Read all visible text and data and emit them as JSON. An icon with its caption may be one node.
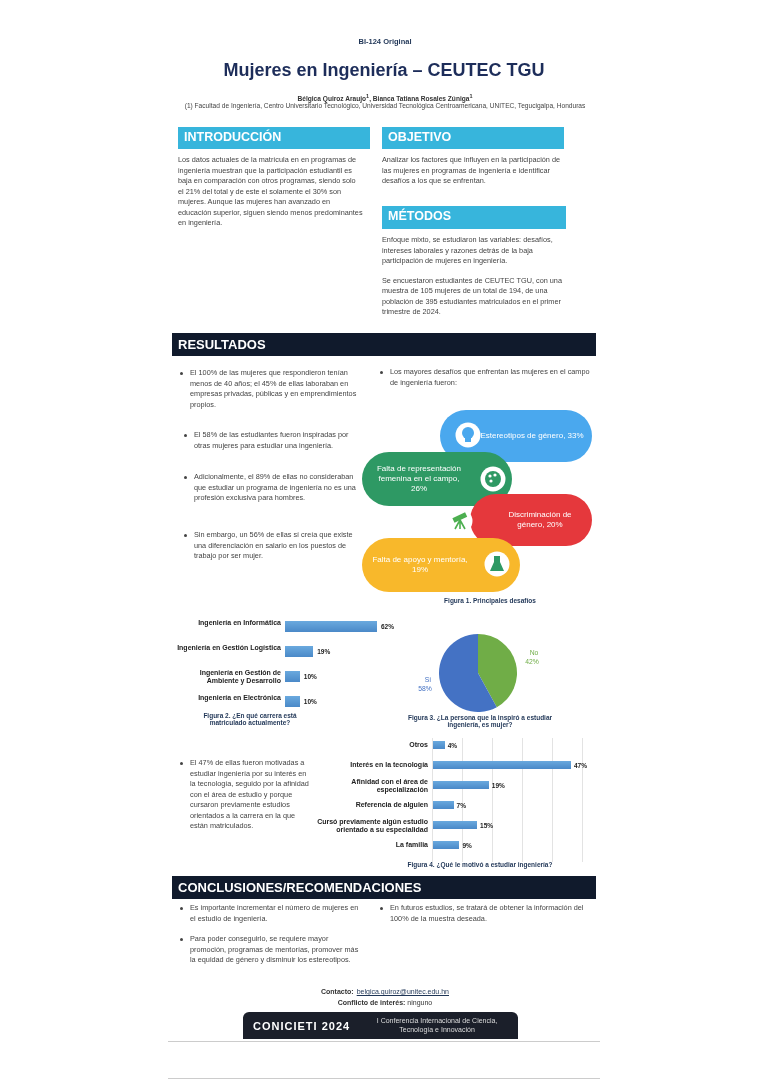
{
  "diagram": {
    "title": "Mujeres en Ingeniería – CEUTEC TGU",
    "nodes": [
      {
        "text": [
          "INTRODUCCIÓN",
          "Los datos actuales de la matrícula en en programas de ingeniería muestran que la participación estudiantil es baja en comparación con otros programas, siendo solo el 21% del total y de este el solamente el 30% son mujeres. Aunque las mujeres han avanzado en educación superior, siguen siendo menos predominantes en ingeniería."
        ]
      },
      {
        "text": [
          "OBJETIVO",
          "Analizar los factores que influyen en la participación de las mujeres en programas de ingeniería e identificar desafíos a los que se enfrentan."
        ]
      },
      {
        "text": [
          "MÉTODOS",
          "Enfoque mixto, se estudiaron las variables: desafíos, intereses laborales y razones detrás de la baja participación de mujeres en ingeniería.",
          "Se encuestaron estudiantes de CEUTEC TGU, con una muestra de 105 mujeres de un total de 194, de una población de 395 estudiantes matriculados en el primer trimestre de 2024."
        ]
      },
      {
        "text": [
          "RESULTADOS"
        ]
      },
      {
        "text": [
          "Estereotipos de género, 33%"
        ]
      },
      {
        "text": [
          "Falta de representación femenina en el campo, 26%"
        ]
      },
      {
        "text": [
          "Discriminación de género, 20%"
        ]
      },
      {
        "text": [
          "Falta de apoyo y mentoría, 19%"
        ]
      },
      {
        "text": [
          "CONCLUSIONES/RECOMENDACIONES"
        ]
      },
      {
        "text": [
          "CONICIETI 2024",
          "I Conferencia Internacional de Ciencia, Tecnología e Innovación"
        ]
      }
    ],
    "labels": [
      "BI-124 Original",
      "Bélgica Quiroz Araujo$^{1}$, Bianca Tatiana Rosales Zúniga$^{1}$",
      "(1) Facultad de Ingeniería, Centro Universitario Tecnológico, Universidad Tecnológica Centroamericana, UNITEC, Tegucigalpa, Honduras",
      "El 100% de las mujeres que respondieron tenían menos de 40 años; el 45% de ellas laboraban en empresas privadas, públicas y en emprendimientos propios.",
      "Los mayores desafíos que enfrentan las mujeres en el campo de ingeniería fueron:",
      "El 58% de las estudiantes fueron inspiradas por otras mujeres para estudiar una ingeniería.",
      "Adicionalmente, el 89% de ellas no consideraban que estudiar un programa de ingeniería no es una profesión exclusiva para hombres.",
      "Sin embargo, un 56% de ellas sí creía que existe una diferenciación en salario en los puestos de trabajo por ser mujer.",
      "Figura 1. Principales desafíos",
      "Ingeniería en Informática",
      "62%",
      "Ingeniería en Gestión Logística",
      "19%",
      "Ingeniería en Gestión de Ambiente y Desarrollo",
      "10%",
      "Ingeniería en Electrónica",
      "10%",
      "Figura 2. ¿En qué carrera está matriculado actualmente?",
      "No",
      "42%",
      "Sí",
      "58%",
      "Figura 3. ¿La persona que la inspiró a estudiar ingeniería, es mujer?",
      "El 47% de ellas fueron motivadas a estudiar ingeniería por su interés en la tecnología, seguido por la afinidad con el área de estudio y porque cursaron previamente estudios orientados a la carrera en la que están matriculados.",
      "Es importante incrementar el número de mujeres en el estudio de ingeniería.",
      "En futuros estudios, se tratará de obtener la información del 100% de la muestra deseada.",
      "Para poder conseguirlo, se requiere mayor promoción, programas de mentorías, promover más la equidad de género y disminuir los estereotipos.",
      "Contacto:",
      "belgica.quiroz@unitec.edu.hn",
      "**Conflicto de interés:** ninguno"
    ],
    "chart_data": {
      "type": "bar",
      "orientation": "horizontal",
      "title": "Figura 4. ¿Qué le motivó a estudiar ingeniería?",
      "categories": [
        "Otros",
        "Interés en la tecnología",
        "Afinidad con el área de especialización",
        "Referencia de alguien",
        "Cursó previamente algún estudio orientado a su especialidad",
        "La familia"
      ],
      "values": [
        4,
        47,
        19,
        7,
        15,
        9
      ],
      "value_labels": [
        "4%",
        "47%",
        "19%",
        "7%",
        "15%",
        "9%"
      ]
    }
  }
}
